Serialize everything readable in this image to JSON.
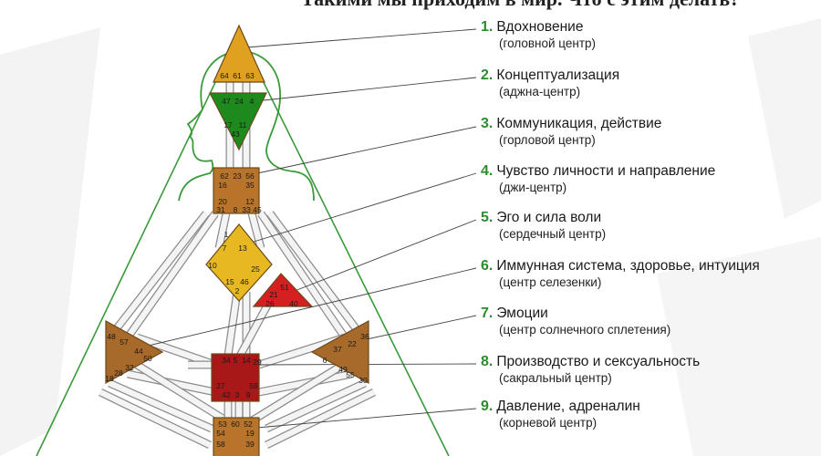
{
  "heading": "Такими мы приходим в мир. Что с этим делать?",
  "colors": {
    "head": "#e0a020",
    "ajna": "#1e8a1e",
    "throat": "#b8742a",
    "g": "#e8b822",
    "heart": "#d42020",
    "spleen": "#a86a2a",
    "sacral": "#a81818",
    "solar": "#a86a2a",
    "root": "#b8742a",
    "outline": "#3a9a3a",
    "number": "#2e8b2e"
  },
  "centers": {
    "head": {
      "gates": [
        "64",
        "61",
        "63"
      ]
    },
    "ajna": {
      "gates": [
        "47",
        "24",
        "4",
        "17",
        "11",
        "43"
      ]
    },
    "throat": {
      "gates": [
        "62",
        "23",
        "56",
        "16",
        "35",
        "20",
        "12",
        "31",
        "8",
        "33",
        "45"
      ]
    },
    "g": {
      "gates": [
        "1",
        "7",
        "13",
        "10",
        "25",
        "15",
        "46",
        "2"
      ]
    },
    "heart": {
      "gates": [
        "21",
        "51",
        "26",
        "40"
      ]
    },
    "spleen": {
      "gates": [
        "48",
        "57",
        "44",
        "50",
        "28",
        "32",
        "18"
      ]
    },
    "solar": {
      "gates": [
        "36",
        "22",
        "37",
        "6",
        "49",
        "55",
        "30"
      ]
    },
    "sacral": {
      "gates": [
        "34",
        "5",
        "14",
        "29",
        "27",
        "59",
        "42",
        "3",
        "9"
      ]
    },
    "root": {
      "gates": [
        "53",
        "60",
        "52",
        "54",
        "19",
        "58",
        "39"
      ]
    }
  },
  "legend": [
    {
      "num": "1.",
      "title": "Вдохновение",
      "sub": "(головной центр)"
    },
    {
      "num": "2.",
      "title": "Концептуализация",
      "sub": "(аджна-центр)"
    },
    {
      "num": "3.",
      "title": "Коммуникация, действие",
      "sub": "(горловой центр)"
    },
    {
      "num": "4.",
      "title": "Чувство личности и направление",
      "sub": "(джи-центр)"
    },
    {
      "num": "5.",
      "title": "Эго и сила воли",
      "sub": "(сердечный центр)"
    },
    {
      "num": "6.",
      "title": "Иммунная система, здоровье, интуиция",
      "sub": "(центр селезенки)"
    },
    {
      "num": "7.",
      "title": "Эмоции",
      "sub": "(центр солнечного сплетения)"
    },
    {
      "num": "8.",
      "title": "Производство и сексуальность",
      "sub": "(сакральный центр)"
    },
    {
      "num": "9.",
      "title": "Давление, адреналин",
      "sub": "(корневой центр)"
    }
  ]
}
